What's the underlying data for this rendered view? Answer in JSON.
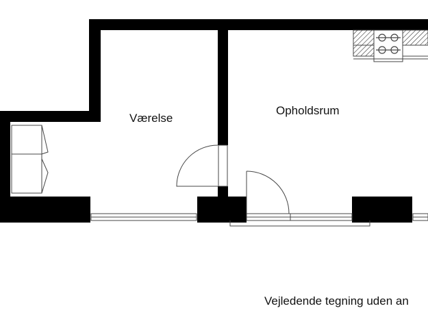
{
  "rooms": {
    "bedroom": "Værelse",
    "living": "Opholdsrum"
  },
  "footer": {
    "note": "Vejledende tegning uden an"
  },
  "colors": {
    "wall": "#000000",
    "line": "#444444",
    "background": "#ffffff"
  }
}
